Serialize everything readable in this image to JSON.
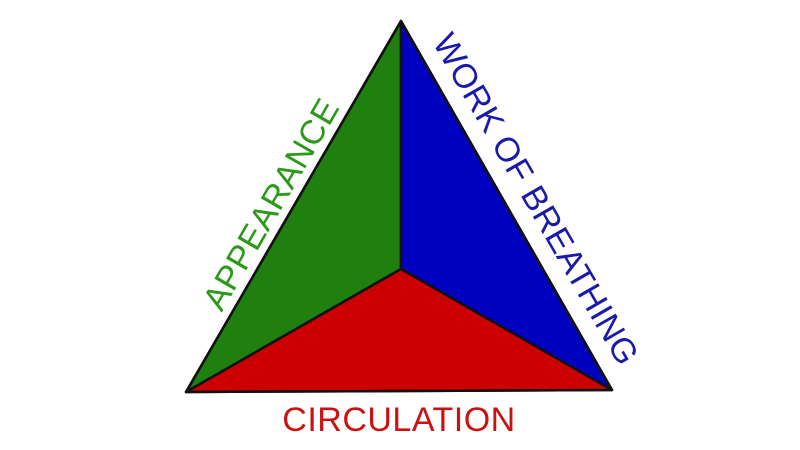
{
  "labels": {
    "appearance": "APPEARANCE",
    "work_of_breathing": "WORK OF BREATHING",
    "circulation": "CIRCULATION"
  },
  "colors": {
    "appearance": "#1f7f0f",
    "work_of_breathing": "#0000bf",
    "circulation": "#cc0000",
    "appearance_text": "#2a9a18",
    "work_of_breathing_text": "#1a1aa8",
    "circulation_text": "#cc1111",
    "outline": "#111111"
  }
}
